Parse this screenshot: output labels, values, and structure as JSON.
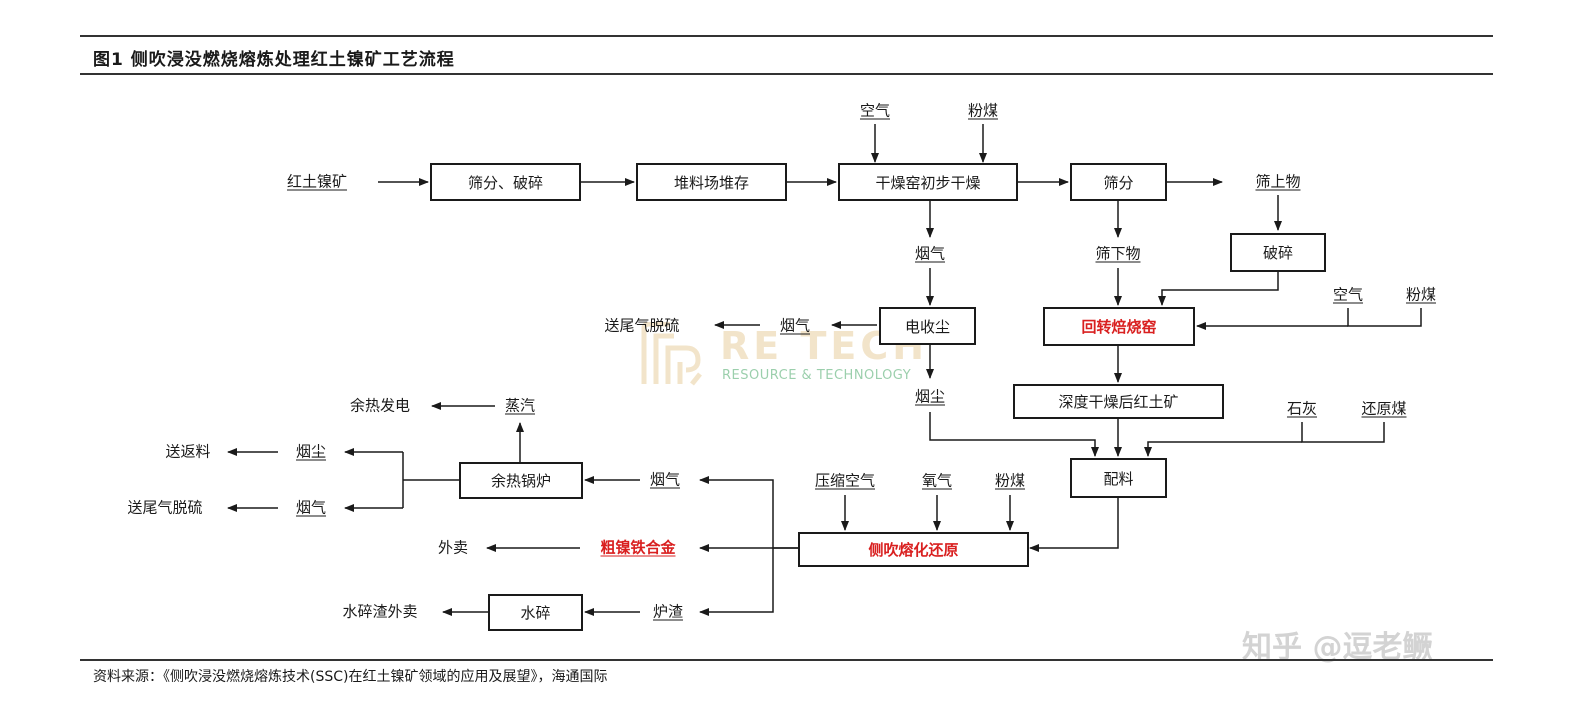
{
  "title": "图1  侧吹浸没燃烧熔炼处理红土镍矿工艺流程",
  "source": "资料来源：《侧吹浸没燃烧熔炼技术(SSC)在红土镍矿领域的应用及展望》，海通国际",
  "watermark": {
    "name": "RE TECH",
    "sub": "RESOURCE & TECHNOLOGY",
    "logo": "re-tech-logo"
  },
  "zhihu_watermark": "知乎 @逗老鳜",
  "boxes": {
    "crush_screen": "筛分、破碎",
    "stockpile": "堆料场堆存",
    "dryer": "干燥窑初步干燥",
    "screen": "筛分",
    "crush": "破碎",
    "esp": "电收尘",
    "rotary_kiln": "回转焙烧窑",
    "deep_dried": "深度干燥后红土矿",
    "batching": "配料",
    "boiler": "余热锅炉",
    "ssc": "侧吹熔化还原",
    "water_quench": "水碎"
  },
  "labels": {
    "laterite": "红土镍矿",
    "air1": "空气",
    "coal1": "粉煤",
    "oversize": "筛上物",
    "flue1": "烟气",
    "undersize": "筛下物",
    "air2": "空气",
    "coal2": "粉煤",
    "tail_gas1": "送尾气脱硫",
    "flue2": "烟气",
    "dust1": "烟尘",
    "lime": "石灰",
    "reductant": "还原煤",
    "power": "余热发电",
    "steam": "蒸汽",
    "return": "送返料",
    "dust2": "烟尘",
    "tail_gas2": "送尾气脱硫",
    "flue3": "烟气",
    "flue4": "烟气",
    "comp_air": "压缩空气",
    "oxygen": "氧气",
    "coal3": "粉煤",
    "sale1": "外卖",
    "ferronickel": "粗镍铁合金",
    "slag_sale": "水碎渣外卖",
    "slag": "炉渣"
  }
}
